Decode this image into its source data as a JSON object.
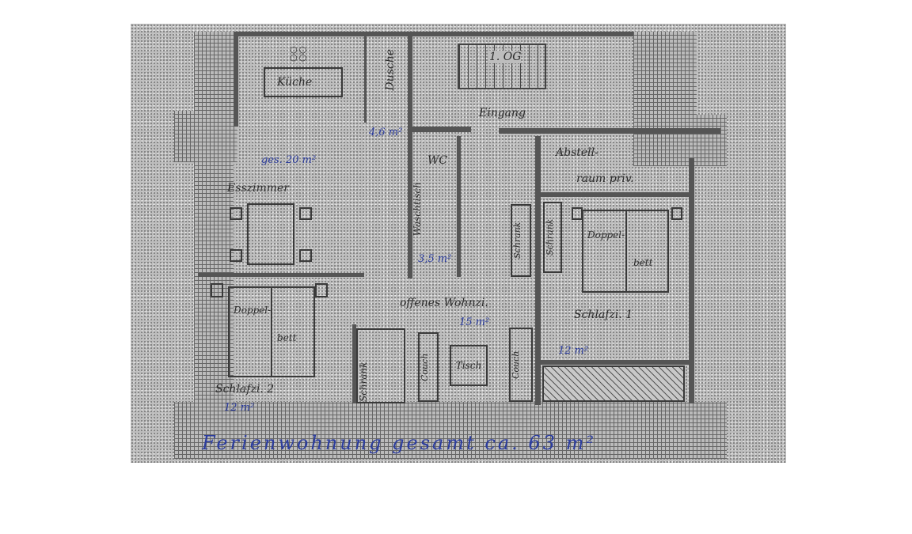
{
  "floorplan": {
    "title": "Ferienwohnung gesamt ca. 63 m²",
    "floor": "1. OG",
    "rooms": {
      "kitchen": "Küche",
      "shower": "Dusche",
      "shower_area": "4,6 m²",
      "entrance": "Eingang",
      "dining_total": "ges. 20 m²",
      "dining": "Esszimmer",
      "wc": "WC",
      "washbasin": "Waschtisch",
      "wc_area": "3,5 m²",
      "storage": "Abstell-",
      "storage2": "raum priv.",
      "living": "offenes Wohnzi.",
      "living_area": "15 m²",
      "bedroom1": "Schlafzi. 1",
      "bedroom1_area": "12 m²",
      "bedroom2": "Schlafzi. 2",
      "bedroom2_area": "12 m²"
    },
    "furniture": {
      "wardrobe": "Schrank",
      "bed_a": "Doppel-",
      "bed_b": "bett",
      "couch": "Couch",
      "table": "Tisch"
    }
  }
}
